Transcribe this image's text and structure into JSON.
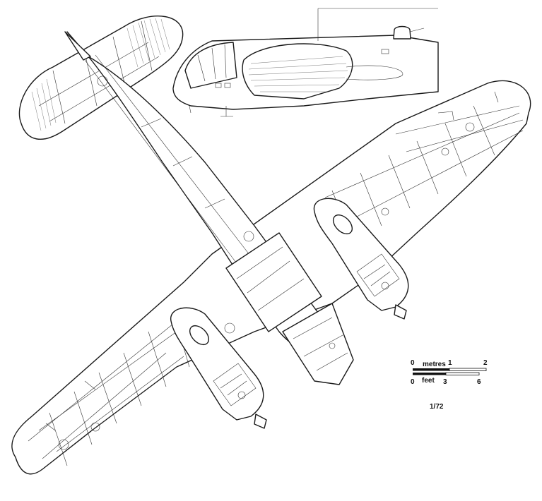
{
  "scale": {
    "metres_caption": "metres",
    "feet_caption": "feet",
    "metres_ticks": [
      "0",
      "1",
      "2"
    ],
    "feet_ticks": [
      "0",
      "3",
      "6"
    ],
    "ratio": "1/72"
  }
}
